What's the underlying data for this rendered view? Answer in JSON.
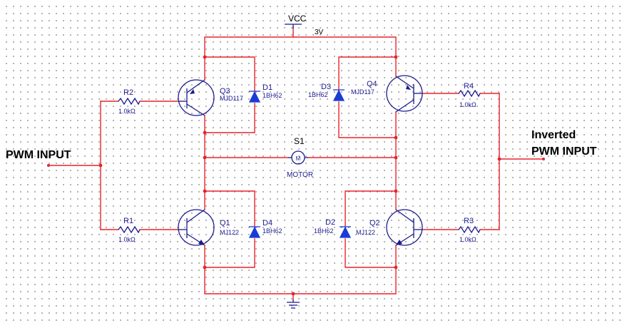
{
  "supply": {
    "name": "VCC",
    "voltage": "3V"
  },
  "motor": {
    "ref": "S1",
    "value": "MOTOR",
    "symbol": "M"
  },
  "inputs": {
    "left": "PWM INPUT",
    "right_line1": "Inverted",
    "right_line2": "PWM INPUT"
  },
  "transistors": {
    "q1": {
      "ref": "Q1",
      "part": "MJ122"
    },
    "q2": {
      "ref": "Q2",
      "part": "MJ122"
    },
    "q3": {
      "ref": "Q3",
      "part": "MJD117"
    },
    "q4": {
      "ref": "Q4",
      "part": "MJD117"
    }
  },
  "diodes": {
    "d1": {
      "ref": "D1",
      "part": "1BH62"
    },
    "d2": {
      "ref": "D2",
      "part": "1BH62"
    },
    "d3": {
      "ref": "D3",
      "part": "1BH62"
    },
    "d4": {
      "ref": "D4",
      "part": "1BH62"
    }
  },
  "resistors": {
    "r1": {
      "ref": "R1",
      "value": "1.0kΩ"
    },
    "r2": {
      "ref": "R2",
      "value": "1.0kΩ"
    },
    "r3": {
      "ref": "R3",
      "value": "1.0kΩ"
    },
    "r4": {
      "ref": "R4",
      "value": "1.0kΩ"
    }
  }
}
